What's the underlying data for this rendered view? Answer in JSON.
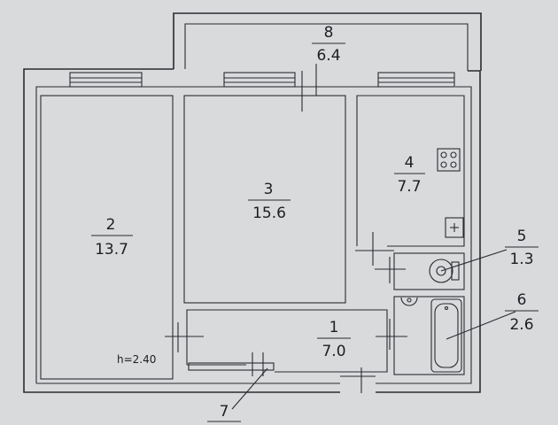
{
  "rooms": [
    {
      "number": "8",
      "area": "6.4"
    },
    {
      "number": "2",
      "area": "13.7"
    },
    {
      "number": "3",
      "area": "15.6"
    },
    {
      "number": "4",
      "area": "7.7"
    },
    {
      "number": "5",
      "area": "1.3"
    },
    {
      "number": "6",
      "area": "2.6"
    },
    {
      "number": "1",
      "area": "7.0"
    },
    {
      "number": "7",
      "area": ""
    }
  ],
  "ceiling_height": "h=2.40",
  "colors": {
    "paper": "#d9dadc",
    "ink": "#2a2b30"
  },
  "icons": [
    "stove-icon",
    "toilet-icon",
    "sink-icon",
    "bathtub-icon",
    "socket-icon"
  ]
}
